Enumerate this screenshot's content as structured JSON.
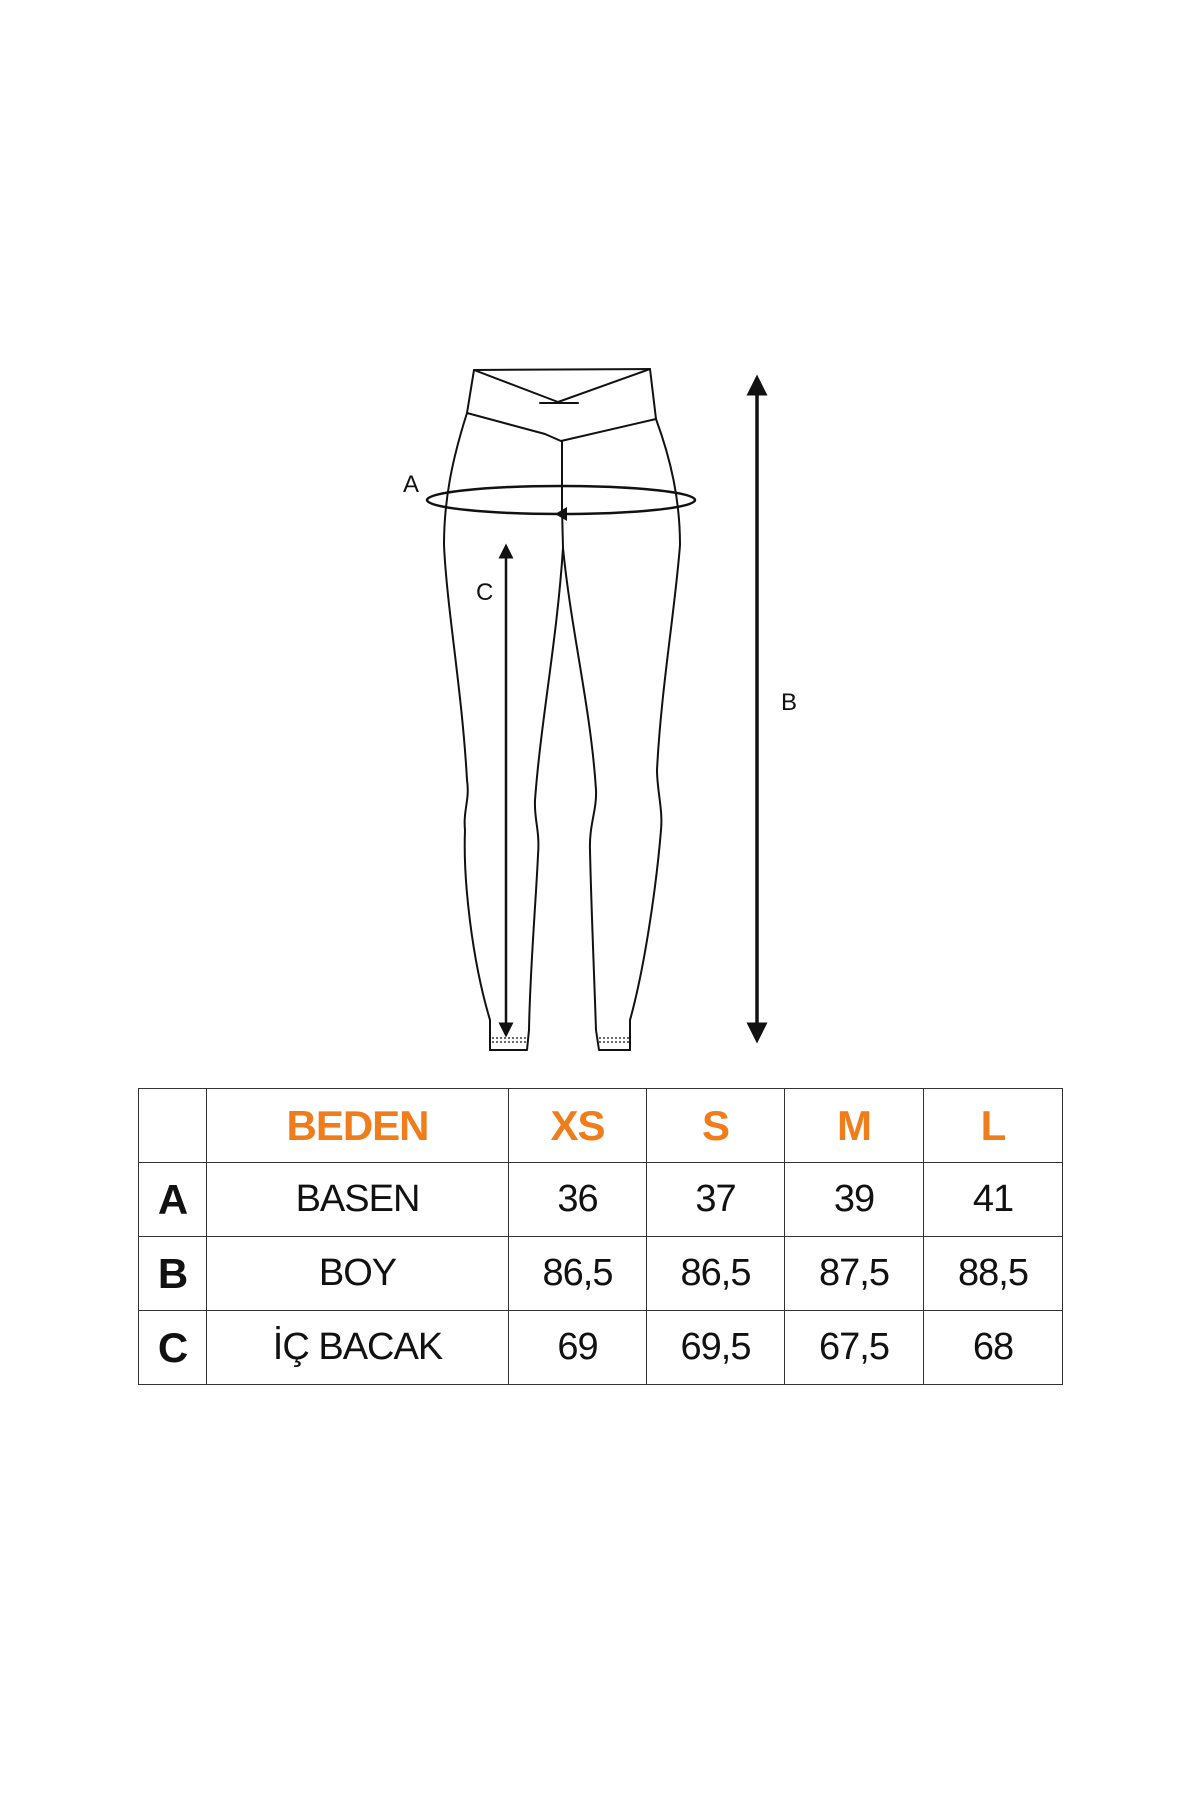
{
  "diagram": {
    "label_a": "A",
    "label_b": "B",
    "label_c": "C"
  },
  "table": {
    "header": {
      "corner": "",
      "beden": "BEDEN",
      "sizes": [
        "XS",
        "S",
        "M",
        "L"
      ]
    },
    "rows": [
      {
        "key": "A",
        "name": "BASEN",
        "values": [
          "36",
          "37",
          "39",
          "41"
        ]
      },
      {
        "key": "B",
        "name": "BOY",
        "values": [
          "86,5",
          "86,5",
          "87,5",
          "88,5"
        ]
      },
      {
        "key": "C",
        "name": "İÇ BACAK",
        "values": [
          "69",
          "69,5",
          "67,5",
          "68"
        ]
      }
    ]
  },
  "colors": {
    "accent": "#ef7d1b",
    "line": "#111111"
  }
}
